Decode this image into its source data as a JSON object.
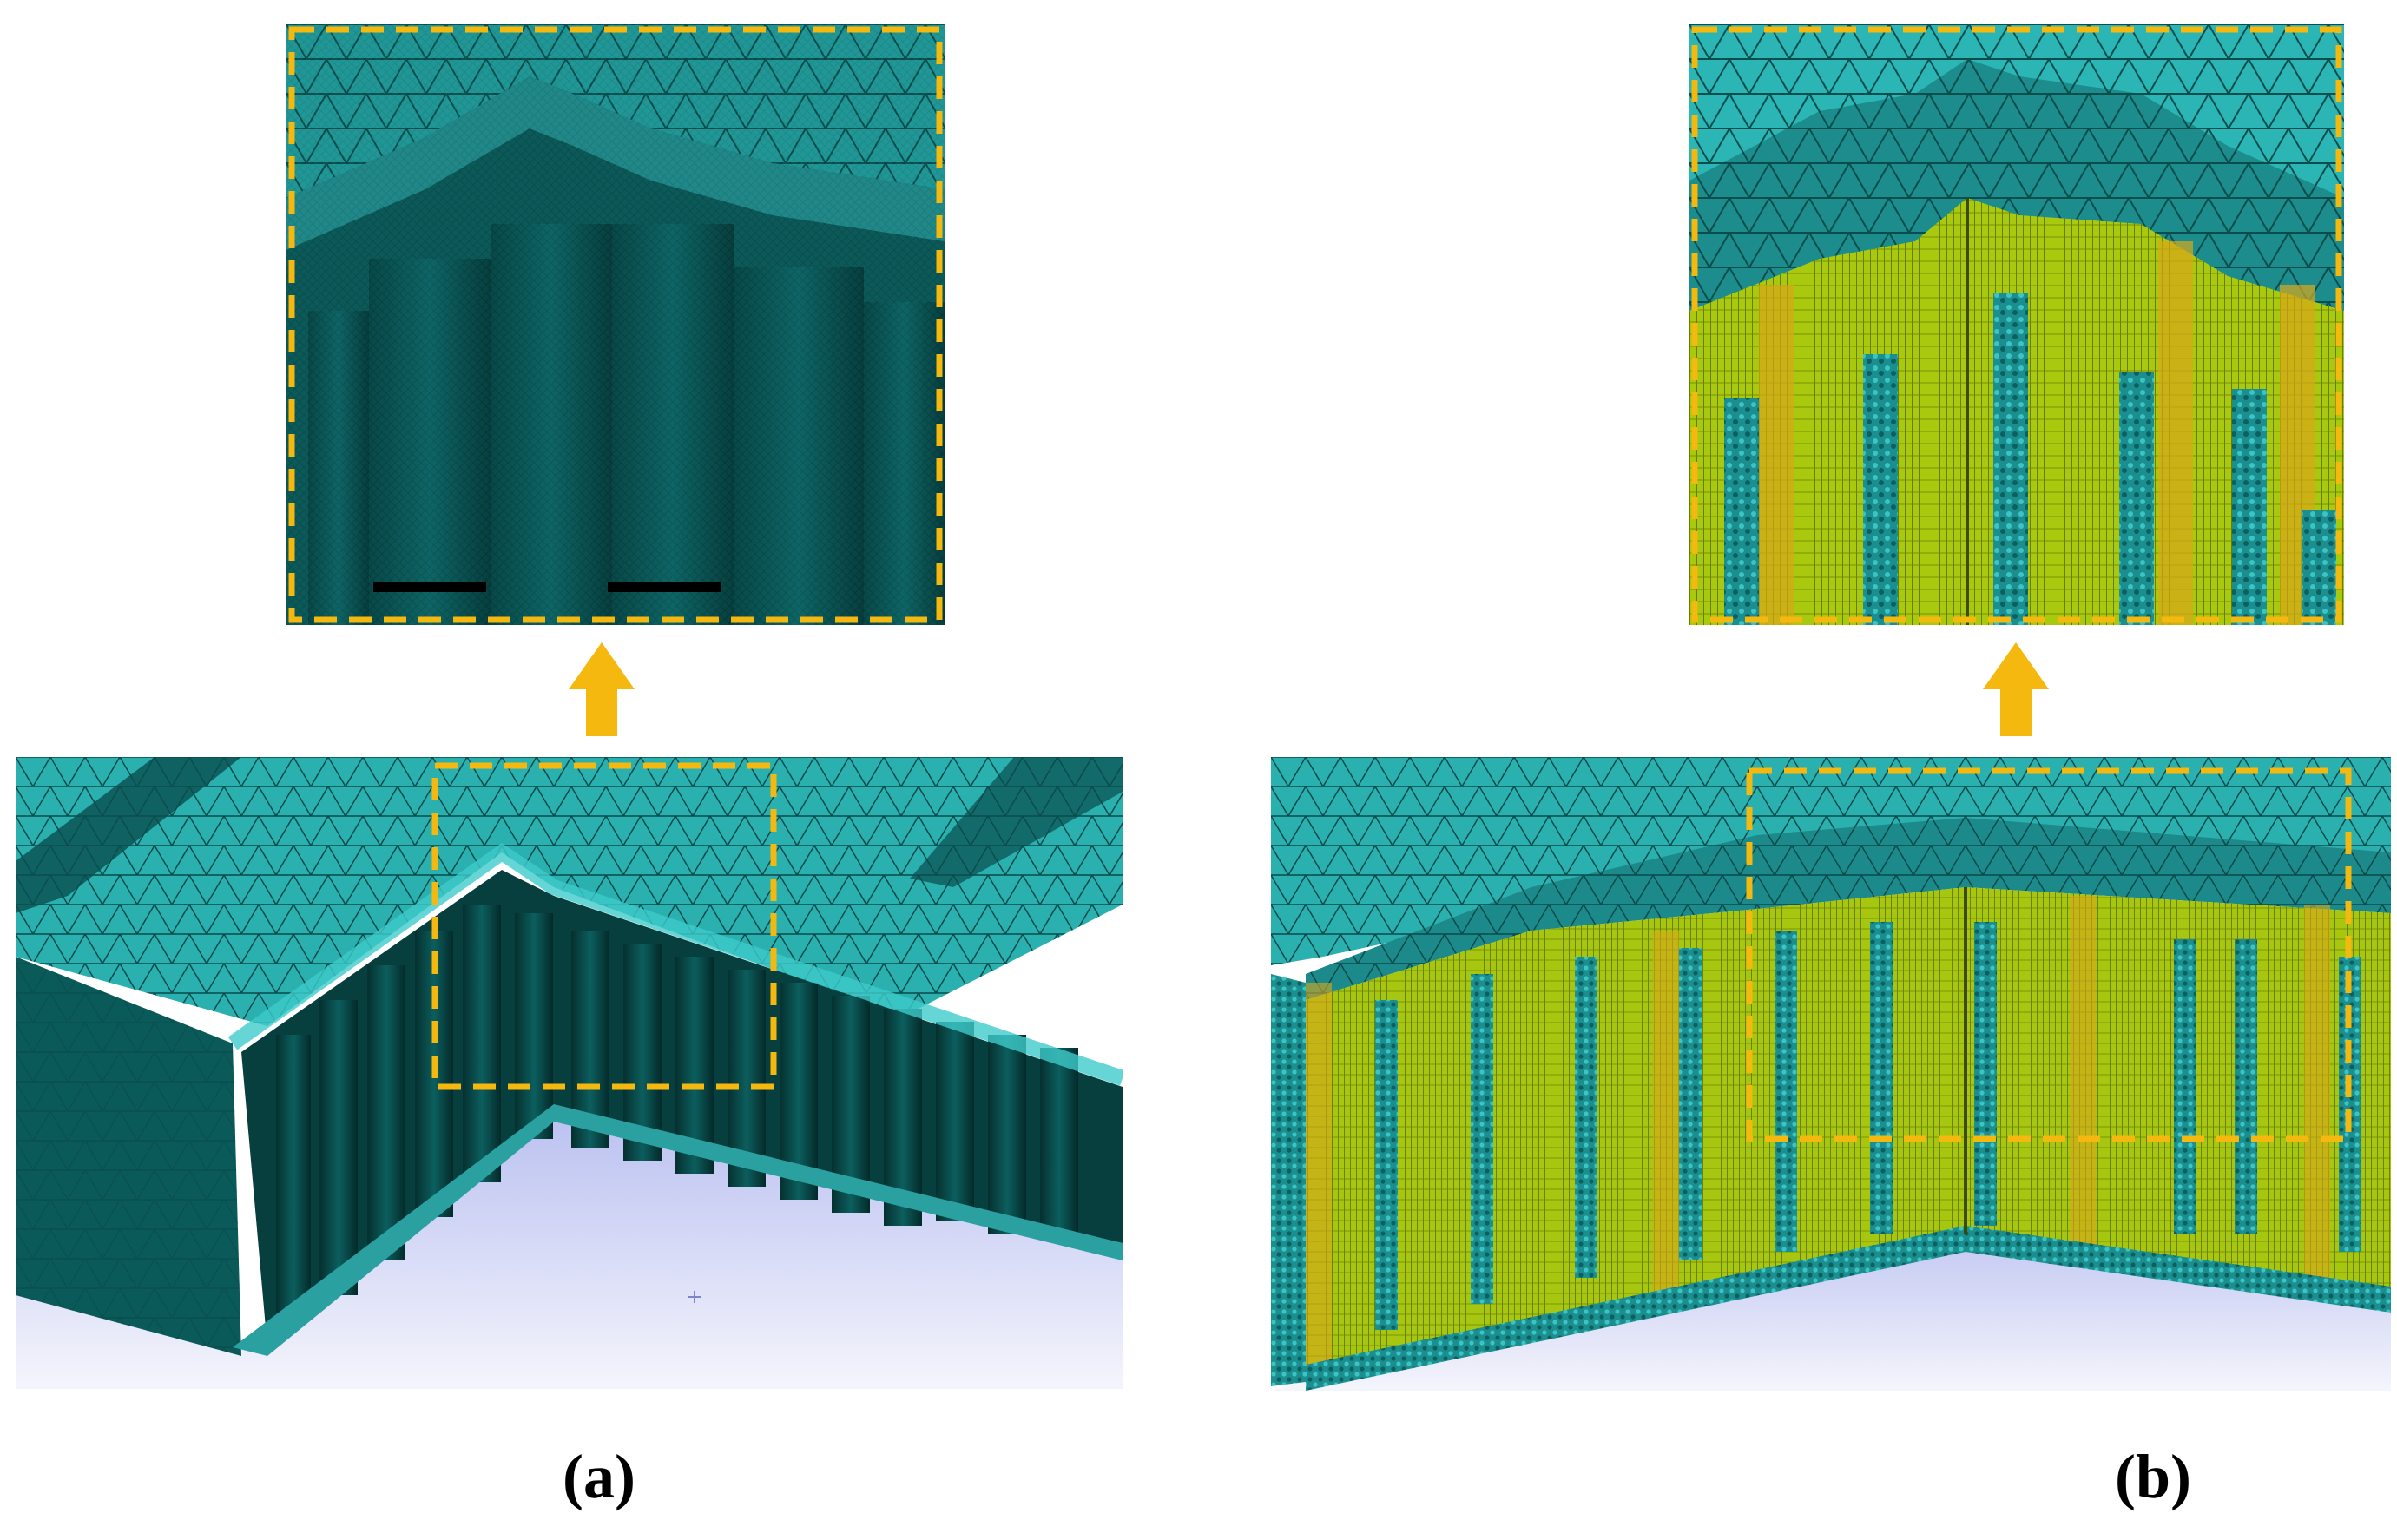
{
  "figure": {
    "panels": [
      {
        "id": "a",
        "label": "(a)"
      },
      {
        "id": "b",
        "label": "(b)"
      }
    ],
    "colors": {
      "mesh_cyan": "#2ab7b7",
      "mesh_dark": "#0a5252",
      "mesh_deep": "#053c3c",
      "hex_yellow": "#a9c90f",
      "hex_gold": "#d8a81a",
      "highlight": "#f5b80f",
      "backdrop": "#e4e6f6",
      "label": "#000000"
    },
    "icons": [
      "up-arrow-icon"
    ]
  }
}
